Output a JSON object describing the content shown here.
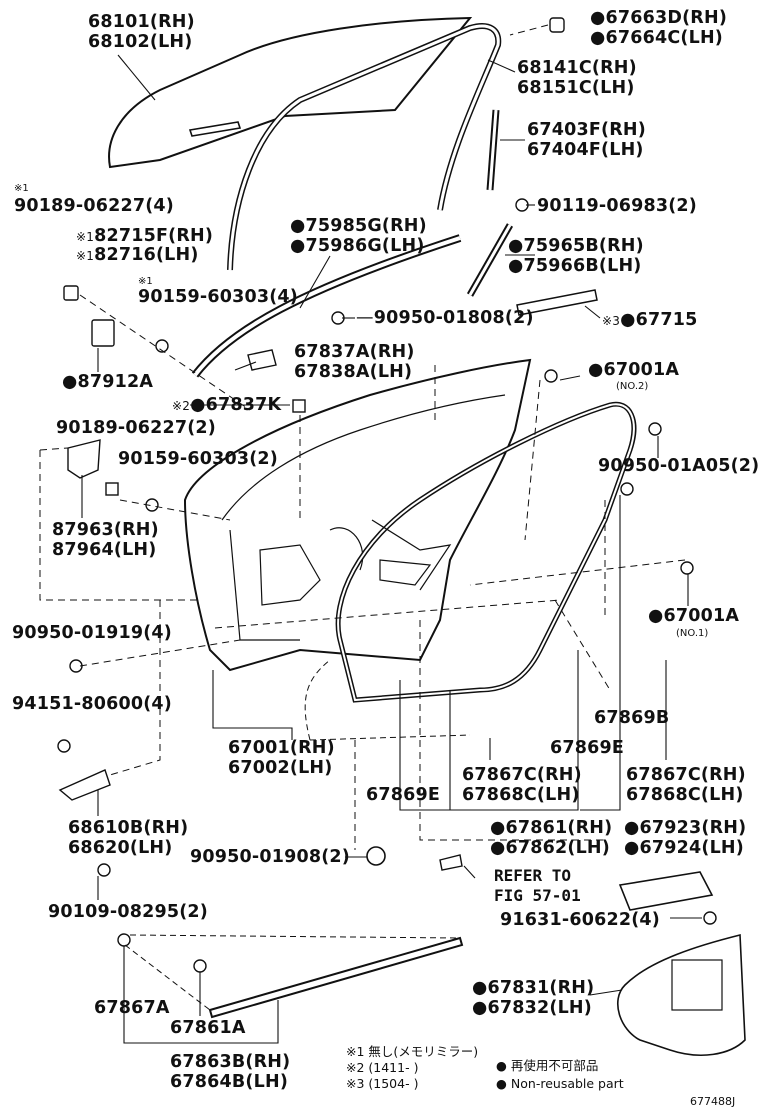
{
  "parts": {
    "glass_rh": "68101(RH)",
    "glass_lh": "68102(LH)",
    "clip_top_rh": "67663D(RH)",
    "clip_top_lh": "67664C(LH)",
    "run_rh": "68141C(RH)",
    "run_lh": "68151C(LH)",
    "sash_rh": "67403F(RH)",
    "sash_lh": "67404F(LH)",
    "bolt_90119": "90119-06983(2)",
    "screw_90189_a": "90189-06227(4)",
    "clip_82715": "82715F(RH)",
    "clip_82716": "82716(LH)",
    "bolt_90159_a": "90159-60303(4)",
    "molding_rh": "75985G(RH)",
    "molding_lh": "75986G(LH)",
    "molding_b_rh": "75965B(RH)",
    "molding_b_lh": "75966B(LH)",
    "plug_90950_a": "90950-01808(2)",
    "tape_67715": "67715",
    "pad_rh": "67837A(RH)",
    "pad_lh": "67838A(LH)",
    "bracket_87912": "87912A",
    "pad_67837k": "67837K",
    "clip_67001a_2": "67001A",
    "no2": "(NO.2)",
    "screw_90189_b": "90189-06227(2)",
    "bolt_90159_b": "90159-60303(2)",
    "plug_90950_b": "90950-01A05(2)",
    "mirror_rh": "87963(RH)",
    "mirror_lh": "87964(LH)",
    "clip_67001a_1": "67001A",
    "no1": "(NO.1)",
    "plug_90950_c": "90950-01919(4)",
    "bolt_94151": "94151-80600(4)",
    "door_rh": "67001(RH)",
    "door_lh": "67002(LH)",
    "ws_67869b": "67869B",
    "ws_67869e_a": "67869E",
    "ws_67869e_b": "67869E",
    "ws_67867c_rh_a": "67867C(RH)",
    "ws_67868c_lh_a": "67868C(LH)",
    "ws_67867c_rh_b": "67867C(RH)",
    "ws_67868c_lh_b": "67868C(LH)",
    "check_rh": "68610B(RH)",
    "check_lh": "68620(LH)",
    "ws_67861_rh": "67861(RH)",
    "ws_67862_lh": "67862(LH)",
    "cover_rh": "67923(RH)",
    "cover_lh": "67924(LH)",
    "plug_90950_d": "90950-01908(2)",
    "refer": "REFER TO",
    "fig": "FIG 57-01",
    "bolt_90109": "90109-08295(2)",
    "clip_91631": "91631-60622(4)",
    "seal_67831": "67831(RH)",
    "seal_67832": "67832(LH)",
    "ws_67867a": "67867A",
    "ws_67861a": "67861A",
    "ws_67863b": "67863B(RH)",
    "ws_67864b": "67864B(LH)",
    "note_mark": "※1",
    "note_mark2": "※1",
    "note_mark3": "※1",
    "note_mark4": "※1",
    "note2_mark": "※2",
    "note3_mark": "※3",
    "footnote1": "※1 無し(メモリミラー)",
    "footnote2": "※2 (1411-       )",
    "footnote3": "※3 (1504-       )",
    "legend_ja": "再使用不可部品",
    "legend_en": "Non-reusable part",
    "figure_id": "677488J"
  }
}
